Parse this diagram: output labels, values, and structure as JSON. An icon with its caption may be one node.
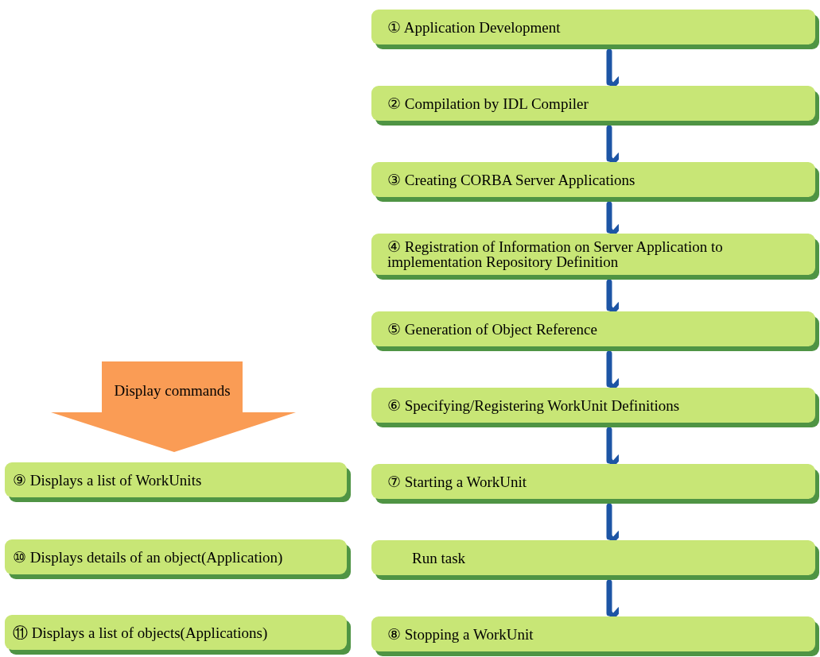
{
  "diagram": {
    "nodes": [
      {
        "text": [
          "① Application Development"
        ]
      },
      {
        "text": [
          "② Compilation by IDL Compiler"
        ]
      },
      {
        "text": [
          "③ Creating CORBA Server Applications"
        ]
      },
      {
        "text": [
          "④ Registration of Information on Server Application to implementation Repository Definition"
        ]
      },
      {
        "text": [
          "⑤ Generation of Object Reference"
        ]
      },
      {
        "text": [
          "⑥ Specifying/Registering WorkUnit Definitions"
        ]
      },
      {
        "text": [
          "⑦ Starting a WorkUnit"
        ]
      },
      {
        "text": [
          "Run task"
        ]
      },
      {
        "text": [
          "⑧ Stopping a WorkUnit"
        ]
      },
      {
        "text": [
          "Display commands"
        ]
      },
      {
        "text": [
          "⑨ Displays a list of WorkUnits"
        ]
      },
      {
        "text": [
          "⑩ Displays details of an object(Application)"
        ]
      },
      {
        "text": [
          "⑪ Displays a list of objects(Applications)"
        ]
      }
    ],
    "edges": [
      {
        "from": 0,
        "to": 1,
        "arrow": "to"
      },
      {
        "from": 1,
        "to": 2,
        "arrow": "to"
      },
      {
        "from": 2,
        "to": 3,
        "arrow": "to"
      },
      {
        "from": 3,
        "to": 4,
        "arrow": "to"
      },
      {
        "from": 4,
        "to": 5,
        "arrow": "to"
      },
      {
        "from": 5,
        "to": 6,
        "arrow": "to"
      },
      {
        "from": 6,
        "to": 7,
        "arrow": "to"
      },
      {
        "from": 7,
        "to": 8,
        "arrow": "to"
      }
    ]
  }
}
